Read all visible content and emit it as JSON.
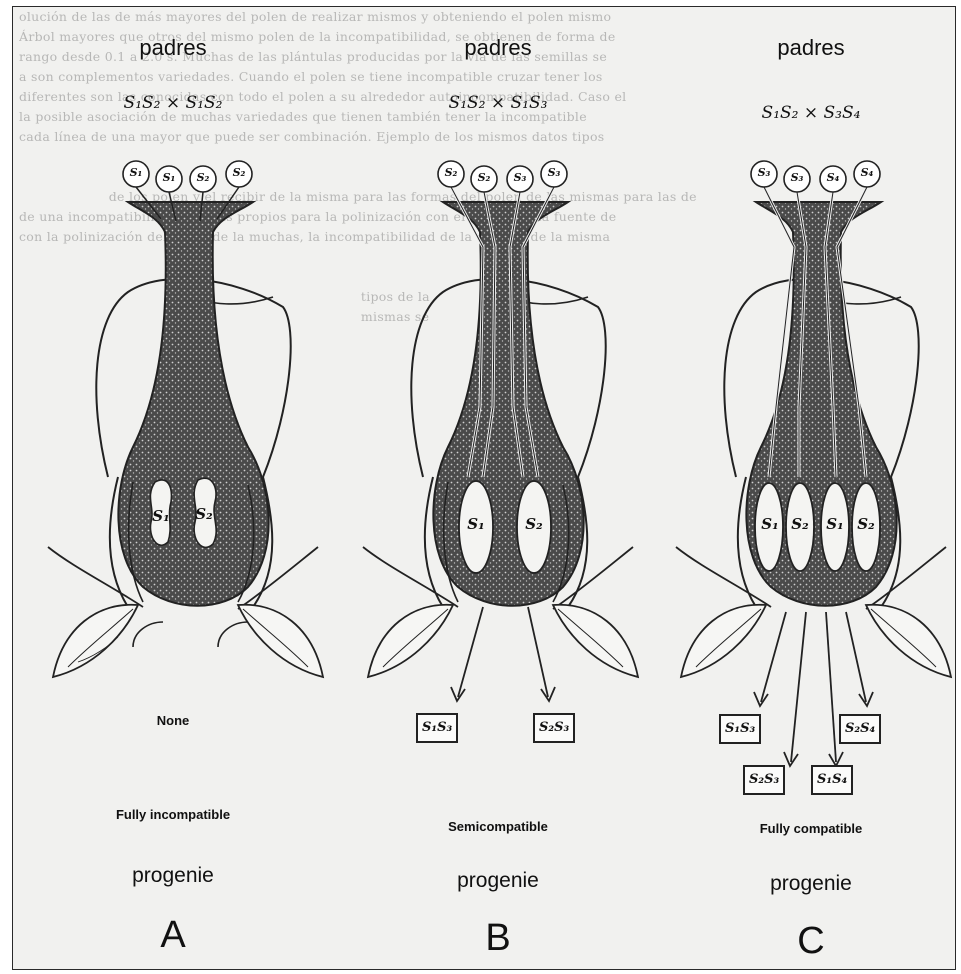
{
  "panels": [
    {
      "id": "A",
      "parents_label": "padres",
      "cross": "S₁S₂ × S₁S₂",
      "pollen": [
        "S₁",
        "S₁",
        "S₂",
        "S₂"
      ],
      "ovules": [
        "S₁",
        "S₂"
      ],
      "result": "None",
      "progeny": [],
      "compatibility": "Fully incompatible",
      "progeny_label": "progenie",
      "letter": "A"
    },
    {
      "id": "B",
      "parents_label": "padres",
      "cross": "S₁S₂ × S₁S₃",
      "pollen": [
        "S₂",
        "S₂",
        "S₃",
        "S₃"
      ],
      "ovules": [
        "S₁",
        "S₂"
      ],
      "result": "",
      "progeny": [
        "S₁S₃",
        "S₂S₃"
      ],
      "compatibility": "Semicompatible",
      "progeny_label": "progenie",
      "letter": "B"
    },
    {
      "id": "C",
      "parents_label": "padres",
      "cross": "S₁S₂ × S₃S₄",
      "pollen": [
        "S₃",
        "S₃",
        "S₄",
        "S₄"
      ],
      "ovules": [
        "S₁",
        "S₂",
        "S₁",
        "S₂"
      ],
      "result": "",
      "progeny": [
        "S₁S₃",
        "S₂S₄",
        "S₂S₃",
        "S₁S₄"
      ],
      "compatibility": "Fully compatible",
      "progeny_label": "progenie",
      "letter": "C"
    }
  ]
}
